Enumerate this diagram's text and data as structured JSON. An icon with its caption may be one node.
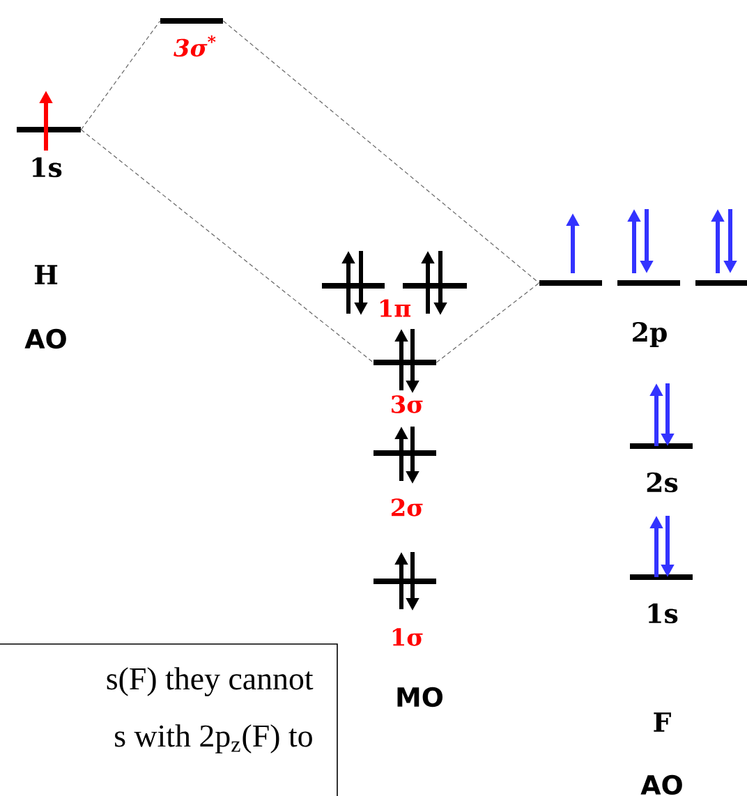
{
  "diagram": {
    "nodes": [
      {
        "text": [
          "3σ$^{*}$"
        ]
      },
      {
        "text": [
          "1s"
        ]
      },
      {
        "text": [
          "1π"
        ]
      },
      {
        "text": [],
        "shape": "bar"
      },
      {
        "text": [
          "3σ"
        ]
      },
      {
        "text": [
          "2σ"
        ]
      },
      {
        "text": [
          "1σ"
        ]
      },
      {
        "text": [],
        "shape": "bar"
      },
      {
        "text": [
          "2p"
        ]
      },
      {
        "text": [],
        "shape": "bar"
      },
      {
        "text": [
          "2s"
        ]
      },
      {
        "text": [
          "1s"
        ]
      },
      {
        "text": [
          "s(F) they cannot",
          "s with 2p$_{z}$(F) to"
        ]
      }
    ],
    "edges": [
      {
        "from": 1,
        "to": 0,
        "arrow": "none",
        "style": "dashed"
      },
      {
        "from": 0,
        "to": 7,
        "arrow": "none",
        "style": "dashed"
      },
      {
        "from": 1,
        "to": 4,
        "arrow": "none",
        "style": "dashed"
      },
      {
        "from": 4,
        "to": 7,
        "arrow": "none",
        "style": "dashed"
      }
    ],
    "labels": [
      "H",
      "AO",
      "MO",
      "F",
      "AO"
    ]
  }
}
